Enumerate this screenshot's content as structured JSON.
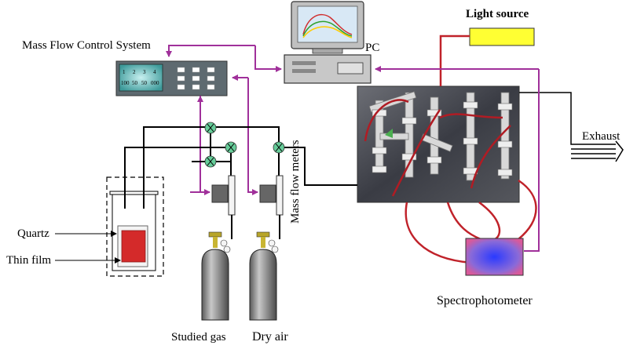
{
  "labels": {
    "mfc_system": "Mass Flow Control System",
    "pc": "PC",
    "light_source": "Light source",
    "exhaust": "Exhaust",
    "mass_flow_meters": "Mass flow meters",
    "quartz": "Quartz",
    "thin_film": "Thin film",
    "studied_gas": "Studied gas",
    "dry_air": "Dry air",
    "spectrophotometer": "Spectrophotometer"
  },
  "mfc_display": {
    "digits_top": [
      "1",
      "2",
      "3",
      "4"
    ],
    "digits_bottom": [
      "100",
      "50",
      "50",
      "000"
    ]
  },
  "icons": [
    "monitor-icon",
    "computer-case-icon",
    "valve-icon",
    "gas-cylinder-icon",
    "arrow-icon"
  ],
  "colors": {
    "signal_line": "#a0309a",
    "fiber_line": "#c0222a",
    "light_source": "#ffff33",
    "thin_film": "#d42a2a",
    "valve": "#66cc99",
    "mfc_panel": "#5e6a70",
    "mfc_screen": "#7fc9c9"
  }
}
